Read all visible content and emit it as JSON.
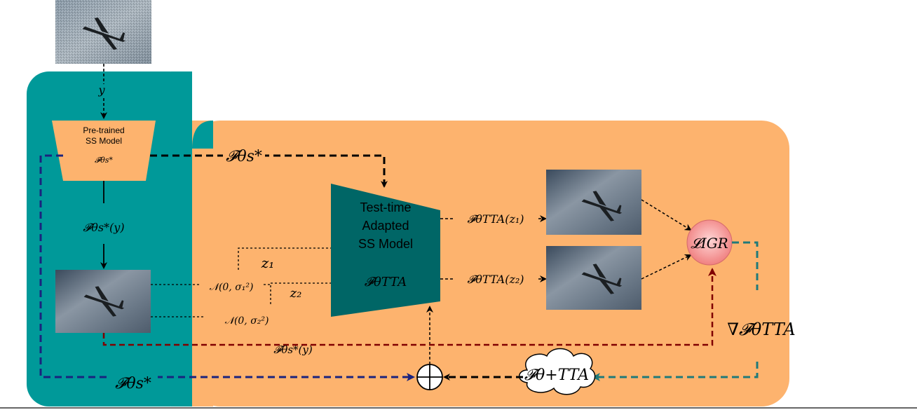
{
  "left_panel": {
    "color": "#009999",
    "y_label": "y",
    "pretrained_title": "Pre-trained",
    "pretrained_subtitle": "SS Model",
    "pretrained_symbol": "𝓕θs*",
    "symbol_output": "𝓕θs*(y)",
    "symbol_bottom": "𝓕θs*"
  },
  "right_panel": {
    "color": "#FDB36E",
    "symbol_top": "𝓕θs*",
    "tta_model": {
      "line1": "Test-time",
      "line2": "Adapted",
      "line3": "SS Model",
      "symbol": "𝓕θTTA",
      "color": "#006666"
    },
    "z1": "z₁",
    "z2": "z₂",
    "noise1": "𝒩(0, σ₁²)",
    "noise2": "𝒩(0, σ₂²)",
    "out1": "𝓕θTTA(z₁)",
    "out2": "𝓕θTTA(z₂)",
    "loss": "𝓛IGR",
    "loss_color": "#F08080",
    "gradient": "∇𝓕θTTA",
    "bottom_red_label": "𝓕θs*(y)",
    "cloud_label": "𝓕θ+TTA"
  },
  "colors": {
    "navy_arrow": "#1a237e",
    "dark_red_arrow": "#800000",
    "teal_arrow": "#1f7a7a"
  }
}
